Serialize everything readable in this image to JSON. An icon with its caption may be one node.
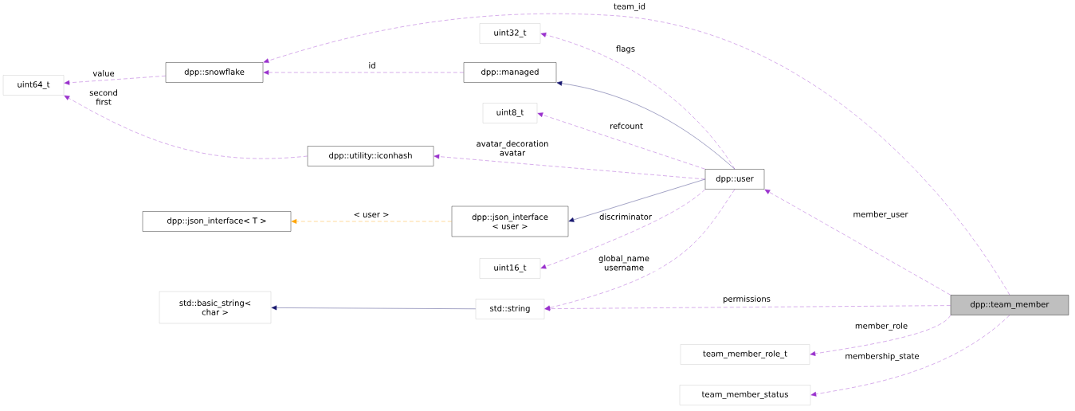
{
  "diagram": {
    "nodes": [
      {
        "text": [
          "uint64_t"
        ]
      },
      {
        "text": [
          "dpp::snowflake"
        ]
      },
      {
        "text": [
          "uint32_t"
        ]
      },
      {
        "text": [
          "dpp::managed"
        ]
      },
      {
        "text": [
          "uint8_t"
        ]
      },
      {
        "text": [
          "dpp::utility::iconhash"
        ]
      },
      {
        "text": [
          "dpp::user"
        ]
      },
      {
        "text": [
          "dpp::json_interface< T >"
        ]
      },
      {
        "text": [
          "dpp::json_interface < user >"
        ]
      },
      {
        "text": [
          "uint16_t"
        ]
      },
      {
        "text": [
          "std::basic_string< char >"
        ]
      },
      {
        "text": [
          "std::string"
        ]
      },
      {
        "text": [
          "dpp::team_member"
        ]
      },
      {
        "text": [
          "team_member_role_t"
        ]
      },
      {
        "text": [
          "team_member_status"
        ]
      }
    ],
    "edges": [
      {
        "from": 1,
        "to": 0,
        "arrow": "to",
        "label": "value",
        "style": "dashed"
      },
      {
        "from": 5,
        "to": 0,
        "arrow": "to",
        "label": "second first",
        "style": "dashed"
      },
      {
        "from": 3,
        "to": 1,
        "arrow": "to",
        "label": "id",
        "style": "dashed"
      },
      {
        "from": 12,
        "to": 1,
        "arrow": "to",
        "label": "team_id",
        "style": "dashed"
      },
      {
        "from": 6,
        "to": 2,
        "arrow": "to",
        "label": "flags",
        "style": "dashed"
      },
      {
        "from": 6,
        "to": 3,
        "arrow": "to",
        "color": "#191970"
      },
      {
        "from": 6,
        "to": 4,
        "arrow": "to",
        "label": "refcount",
        "style": "dashed"
      },
      {
        "from": 6,
        "to": 5,
        "arrow": "to",
        "label": "avatar_decoration avatar",
        "style": "dashed"
      },
      {
        "from": 6,
        "to": 8,
        "arrow": "to",
        "color": "#191970"
      },
      {
        "from": 8,
        "to": 7,
        "arrow": "to",
        "label": "< user >",
        "style": "dashed",
        "color": "#ffa500"
      },
      {
        "from": 6,
        "to": 9,
        "arrow": "to",
        "label": "discriminator",
        "style": "dashed"
      },
      {
        "from": 6,
        "to": 11,
        "arrow": "to",
        "label": "global_name username",
        "style": "dashed"
      },
      {
        "from": 12,
        "to": 6,
        "arrow": "to",
        "label": "member_user",
        "style": "dashed"
      },
      {
        "from": 12,
        "to": 11,
        "arrow": "to",
        "label": "permissions",
        "style": "dashed"
      },
      {
        "from": 11,
        "to": 10,
        "arrow": "to",
        "color": "#191970"
      },
      {
        "from": 12,
        "to": 13,
        "arrow": "to",
        "label": "member_role",
        "style": "dashed"
      },
      {
        "from": 12,
        "to": 14,
        "arrow": "to",
        "label": "membership_state",
        "style": "dashed"
      }
    ]
  }
}
